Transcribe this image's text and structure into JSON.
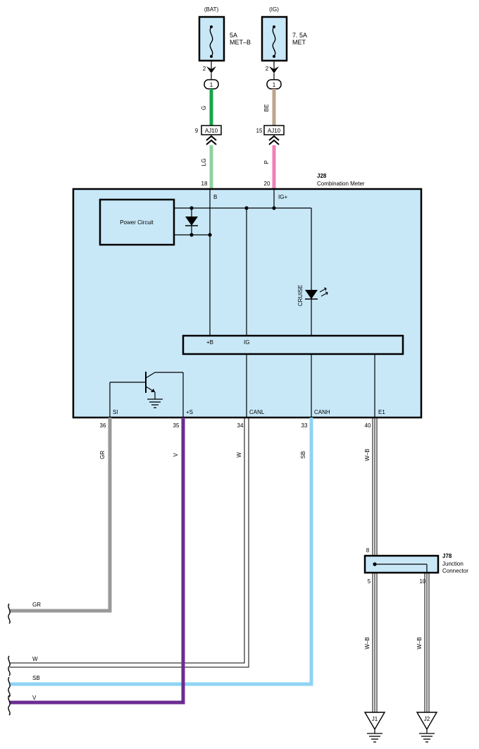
{
  "fuses": [
    {
      "source": "(BAT)",
      "rating": "5A",
      "name": "MET–B",
      "pin": "2",
      "conn": "1"
    },
    {
      "source": "(IG)",
      "rating": "7. 5A",
      "name": "MET",
      "pin": "2",
      "conn": "1"
    }
  ],
  "aj10": {
    "label": "AJ10",
    "pin_left": "9",
    "pin_right": "15",
    "wire_upper_left": "G",
    "wire_upper_right": "BE",
    "wire_lower_left": "LG",
    "wire_lower_right": "P"
  },
  "meter": {
    "id": "J28",
    "name": "Combination Meter",
    "pin_b": "18",
    "pin_ig": "20",
    "term_b": "B",
    "term_ig": "IG+",
    "power_circuit": "Power Circuit",
    "cruise": "CRUISE",
    "bus_b": "+B",
    "bus_ig": "IG",
    "bottom_terms": [
      {
        "term": "SI",
        "pin": "36",
        "wire": "GR"
      },
      {
        "term": "+S",
        "pin": "35",
        "wire": "V"
      },
      {
        "term": "CANL",
        "pin": "34",
        "wire": "W"
      },
      {
        "term": "CANH",
        "pin": "33",
        "wire": "SB"
      },
      {
        "term": "E1",
        "pin": "40",
        "wire": "W–B"
      }
    ]
  },
  "junction": {
    "id": "J78",
    "name1": "Junction",
    "name2": "Connector",
    "pin_top": "8",
    "pin_left": "5",
    "pin_right": "10",
    "wire_left": "W–B",
    "wire_right": "W–B"
  },
  "grounds": [
    "J1",
    "J2"
  ],
  "leftwires": [
    "GR",
    "W",
    "SB",
    "V"
  ],
  "colors": {
    "panel": "#c8e8f8",
    "green": "#17a34a",
    "lightgreen": "#8fd19e",
    "tan": "#bca48e",
    "pink": "#ee82b8",
    "gray": "#999999",
    "purple": "#6b2c91",
    "skyblue": "#8fd3f4"
  }
}
